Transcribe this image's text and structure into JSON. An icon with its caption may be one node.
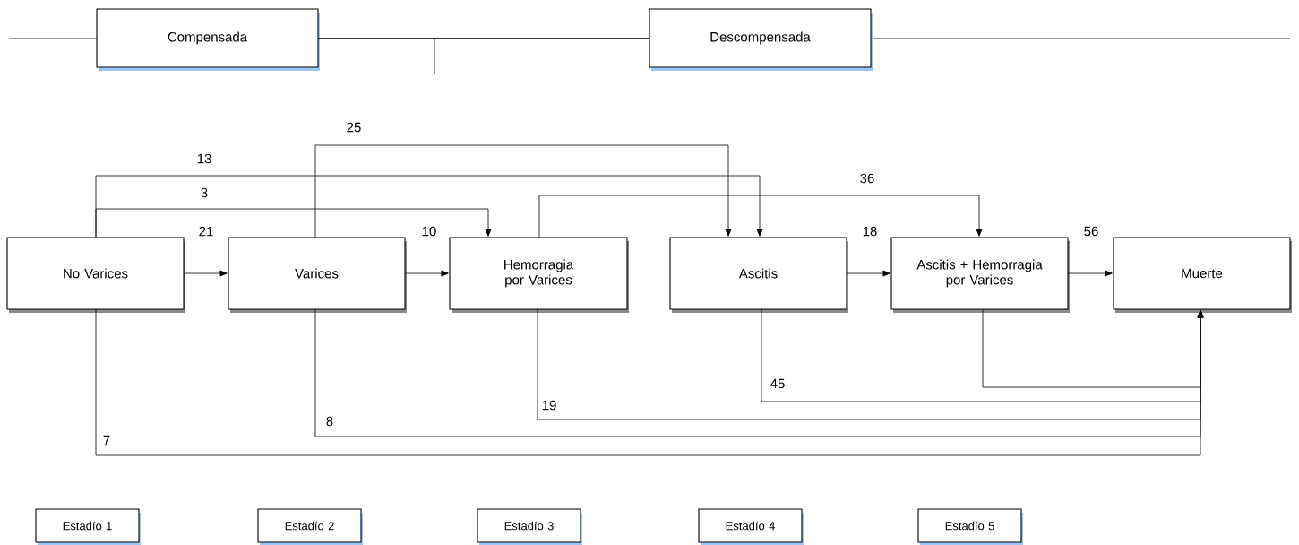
{
  "diagram": {
    "nodes": [
      {
        "text": [
          "Compensada"
        ]
      },
      {
        "text": [
          "Descompensada"
        ]
      },
      {
        "text": [
          "No Varices"
        ]
      },
      {
        "text": [
          "Varices"
        ]
      },
      {
        "text": [
          "Hemorragia por Varices"
        ]
      },
      {
        "text": [
          "Ascitis"
        ]
      },
      {
        "text": [
          "Ascitis + Hemorragia por Varices"
        ]
      },
      {
        "text": [
          "Muerte"
        ]
      },
      {
        "text": [
          "Estadío 1"
        ]
      },
      {
        "text": [
          "Estadío 2"
        ]
      },
      {
        "text": [
          "Estadío 3"
        ]
      },
      {
        "text": [
          "Estadío 4"
        ]
      },
      {
        "text": [
          "Estadío 5"
        ]
      }
    ],
    "edges": [
      {
        "from": 0,
        "to": 1,
        "arrow": "none"
      },
      {
        "from": 2,
        "to": 3,
        "arrow": "to",
        "label": "21"
      },
      {
        "from": 3,
        "to": 4,
        "arrow": "to",
        "label": "10"
      },
      {
        "from": 5,
        "to": 6,
        "arrow": "to",
        "label": "18"
      },
      {
        "from": 6,
        "to": 7,
        "arrow": "to",
        "label": "56"
      },
      {
        "from": 2,
        "to": 4,
        "arrow": "to",
        "label": "3"
      },
      {
        "from": 2,
        "to": 5,
        "arrow": "to",
        "label": "13"
      },
      {
        "from": 3,
        "to": 5,
        "arrow": "to",
        "label": "25"
      },
      {
        "from": 4,
        "to": 6,
        "arrow": "to",
        "label": "36"
      },
      {
        "from": 6,
        "to": 7,
        "arrow": "to"
      },
      {
        "from": 5,
        "to": 7,
        "arrow": "to",
        "label": "45"
      },
      {
        "from": 4,
        "to": 7,
        "arrow": "to",
        "label": "19"
      },
      {
        "from": 3,
        "to": 7,
        "arrow": "to",
        "label": "8"
      },
      {
        "from": 2,
        "to": 7,
        "arrow": "to",
        "label": "7"
      }
    ]
  }
}
